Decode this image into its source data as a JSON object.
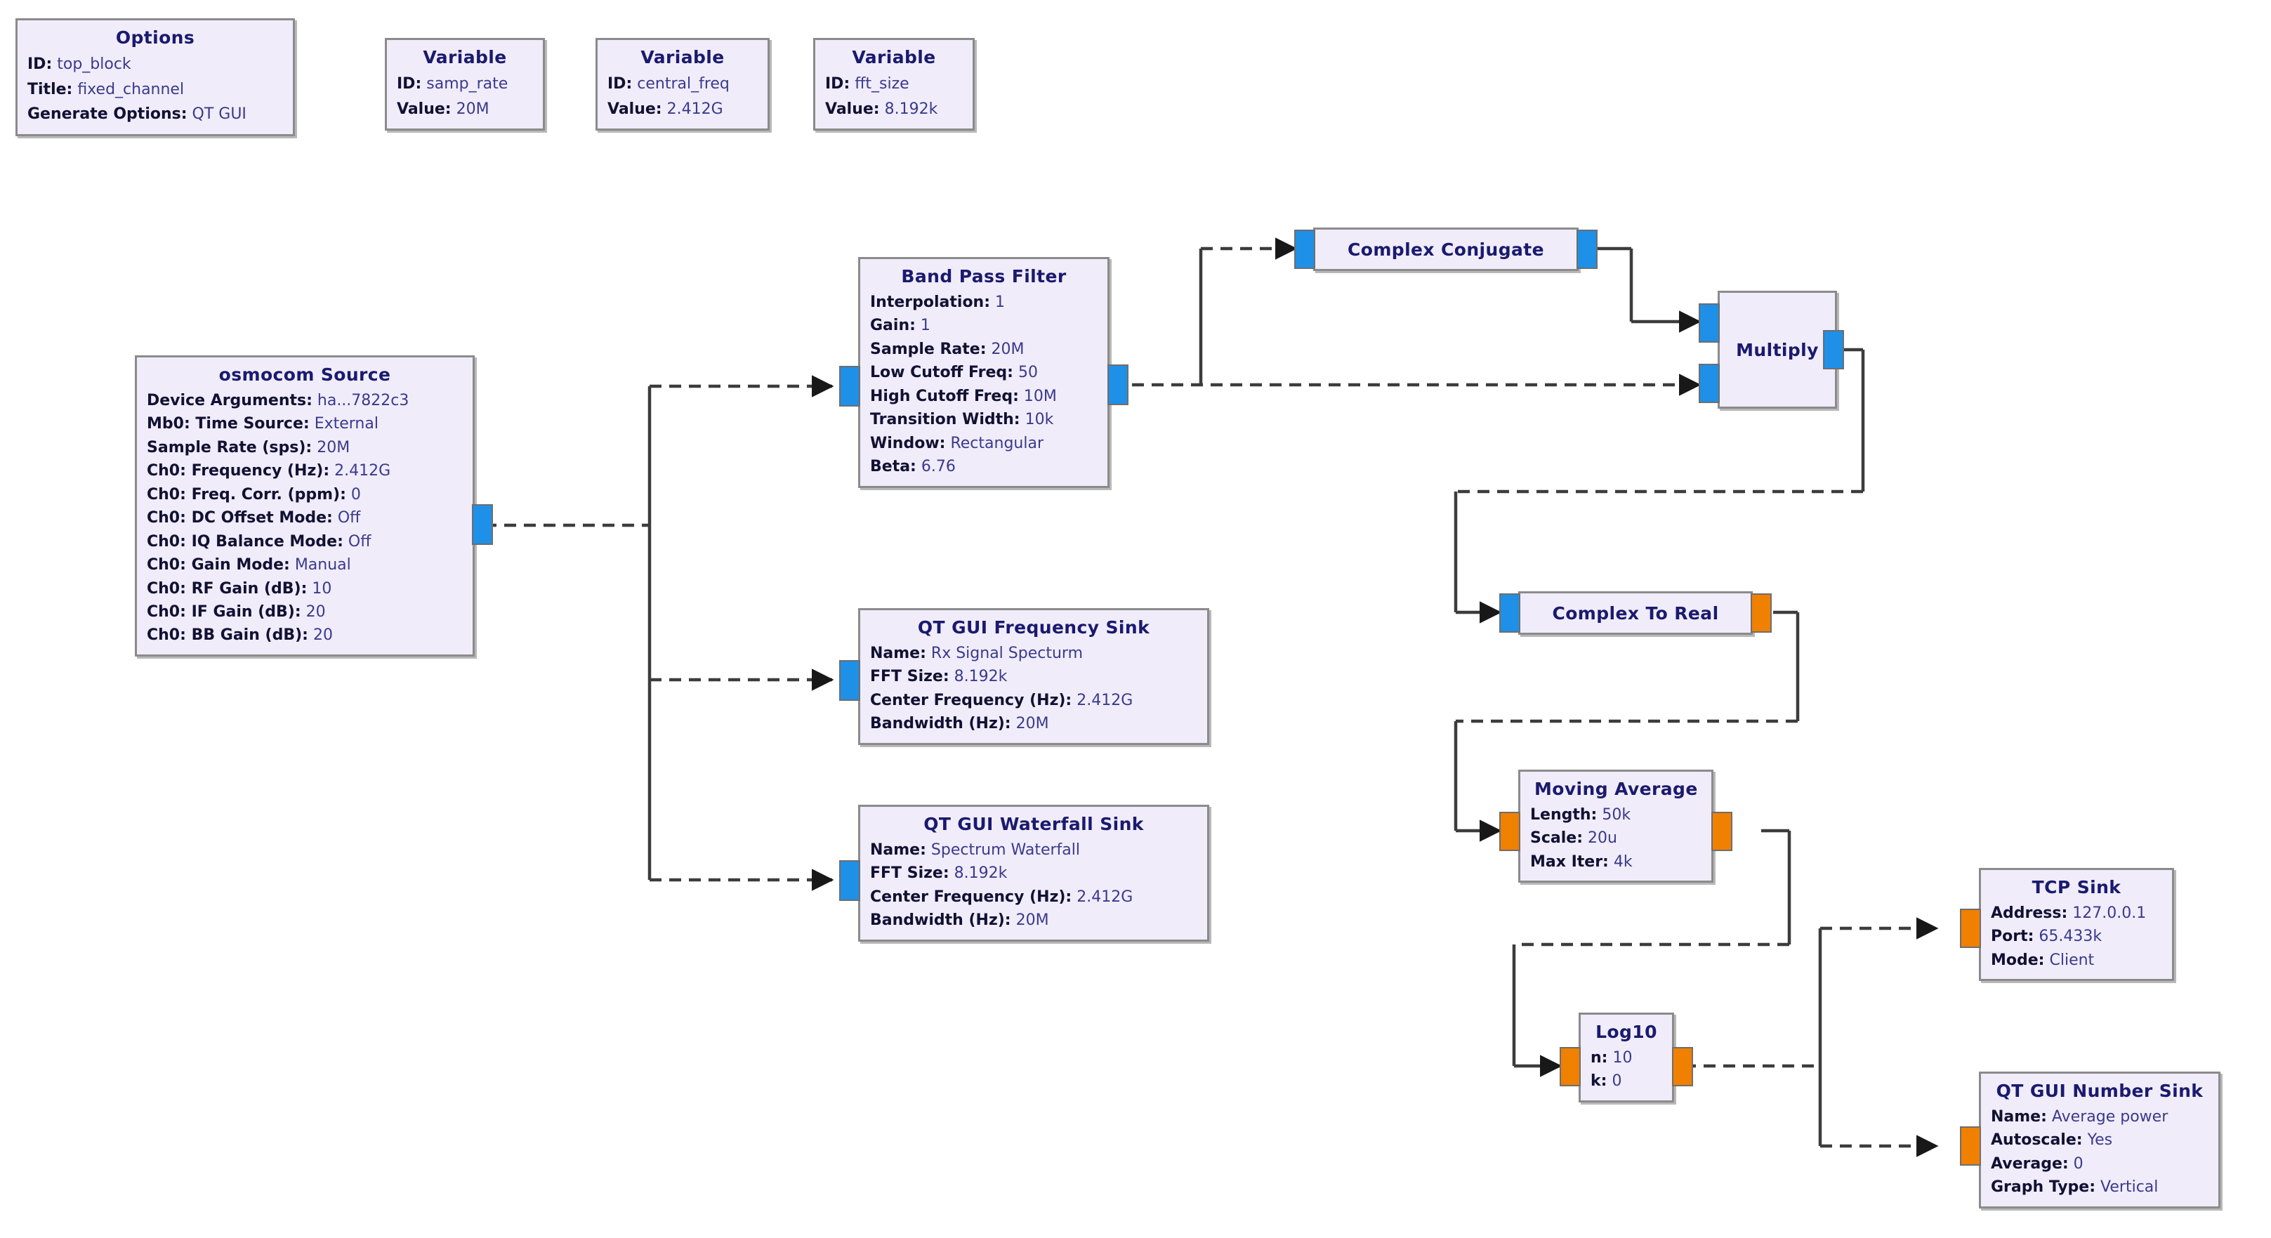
{
  "app": {
    "name": "GNU Radio Companion Flowgraph",
    "canvas_background": "#ffffff",
    "block_fill": "#f0ecfa",
    "block_border": "#8b8b8b",
    "complex_port_color": "#1e90e8",
    "float_port_color": "#f08000",
    "wire_color": "#3c3c3c"
  },
  "blocks": {
    "options": {
      "title": "Options",
      "rows": [
        {
          "key": "ID:",
          "value": "top_block"
        },
        {
          "key": "Title:",
          "value": "fixed_channel"
        },
        {
          "key": "Generate Options:",
          "value": "QT GUI"
        }
      ]
    },
    "variable_samp_rate": {
      "title": "Variable",
      "rows": [
        {
          "key": "ID:",
          "value": "samp_rate"
        },
        {
          "key": "Value:",
          "value": "20M"
        }
      ]
    },
    "variable_central_freq": {
      "title": "Variable",
      "rows": [
        {
          "key": "ID:",
          "value": "central_freq"
        },
        {
          "key": "Value:",
          "value": "2.412G"
        }
      ]
    },
    "variable_fft_size": {
      "title": "Variable",
      "rows": [
        {
          "key": "ID:",
          "value": "fft_size"
        },
        {
          "key": "Value:",
          "value": "8.192k"
        }
      ]
    },
    "osmocom_source": {
      "title": "osmocom Source",
      "rows": [
        {
          "key": "Device Arguments:",
          "value": "ha...7822c3"
        },
        {
          "key": "Mb0: Time Source:",
          "value": "External"
        },
        {
          "key": "Sample Rate (sps):",
          "value": "20M"
        },
        {
          "key": "Ch0: Frequency (Hz):",
          "value": "2.412G"
        },
        {
          "key": "Ch0: Freq. Corr. (ppm):",
          "value": "0"
        },
        {
          "key": "Ch0: DC Offset Mode:",
          "value": "Off"
        },
        {
          "key": "Ch0: IQ Balance Mode:",
          "value": "Off"
        },
        {
          "key": "Ch0: Gain Mode:",
          "value": "Manual"
        },
        {
          "key": "Ch0: RF Gain (dB):",
          "value": "10"
        },
        {
          "key": "Ch0: IF Gain (dB):",
          "value": "20"
        },
        {
          "key": "Ch0: BB Gain (dB):",
          "value": "20"
        }
      ]
    },
    "band_pass_filter": {
      "title": "Band Pass Filter",
      "rows": [
        {
          "key": "Interpolation:",
          "value": "1"
        },
        {
          "key": "Gain:",
          "value": "1"
        },
        {
          "key": "Sample Rate:",
          "value": "20M"
        },
        {
          "key": "Low Cutoff Freq:",
          "value": "50"
        },
        {
          "key": "High Cutoff Freq:",
          "value": "10M"
        },
        {
          "key": "Transition Width:",
          "value": "10k"
        },
        {
          "key": "Window:",
          "value": "Rectangular"
        },
        {
          "key": "Beta:",
          "value": "6.76"
        }
      ]
    },
    "qt_gui_frequency_sink": {
      "title": "QT GUI Frequency Sink",
      "rows": [
        {
          "key": "Name:",
          "value": "Rx Signal Specturm"
        },
        {
          "key": "FFT Size:",
          "value": "8.192k"
        },
        {
          "key": "Center Frequency (Hz):",
          "value": "2.412G"
        },
        {
          "key": "Bandwidth (Hz):",
          "value": "20M"
        }
      ]
    },
    "qt_gui_waterfall_sink": {
      "title": "QT GUI Waterfall Sink",
      "rows": [
        {
          "key": "Name:",
          "value": "Spectrum Waterfall"
        },
        {
          "key": "FFT Size:",
          "value": "8.192k"
        },
        {
          "key": "Center Frequency (Hz):",
          "value": "2.412G"
        },
        {
          "key": "Bandwidth (Hz):",
          "value": "20M"
        }
      ]
    },
    "complex_conjugate": {
      "title": "Complex Conjugate",
      "rows": []
    },
    "multiply": {
      "title": "Multiply",
      "rows": []
    },
    "complex_to_real": {
      "title": "Complex To Real",
      "rows": []
    },
    "moving_average": {
      "title": "Moving Average",
      "rows": [
        {
          "key": "Length:",
          "value": "50k"
        },
        {
          "key": "Scale:",
          "value": "20u"
        },
        {
          "key": "Max Iter:",
          "value": "4k"
        }
      ]
    },
    "log10": {
      "title": "Log10",
      "rows": [
        {
          "key": "n:",
          "value": "10"
        },
        {
          "key": "k:",
          "value": "0"
        }
      ]
    },
    "tcp_sink": {
      "title": "TCP Sink",
      "rows": [
        {
          "key": "Address:",
          "value": "127.0.0.1"
        },
        {
          "key": "Port:",
          "value": "65.433k"
        },
        {
          "key": "Mode:",
          "value": "Client"
        }
      ]
    },
    "qt_gui_number_sink": {
      "title": "QT GUI Number Sink",
      "rows": [
        {
          "key": "Name:",
          "value": "Average power"
        },
        {
          "key": "Autoscale:",
          "value": "Yes"
        },
        {
          "key": "Average:",
          "value": "0"
        },
        {
          "key": "Graph Type:",
          "value": "Vertical"
        }
      ]
    }
  }
}
